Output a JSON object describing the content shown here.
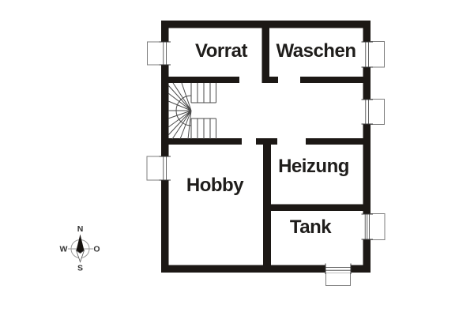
{
  "rooms": {
    "vorrat": {
      "label": "Vorrat"
    },
    "waschen": {
      "label": "Waschen"
    },
    "heizung": {
      "label": "Heizung"
    },
    "hobby": {
      "label": "Hobby"
    },
    "tank": {
      "label": "Tank"
    }
  },
  "compass": {
    "north": "N",
    "east": "O",
    "south": "S",
    "west": "W"
  },
  "colors": {
    "wall": "#1c1815",
    "room_label": "#1f1d1b",
    "window_outline": "#7d7d7d",
    "stair_lines": "#4a4a4a",
    "compass_outline": "#9a9a9a"
  }
}
